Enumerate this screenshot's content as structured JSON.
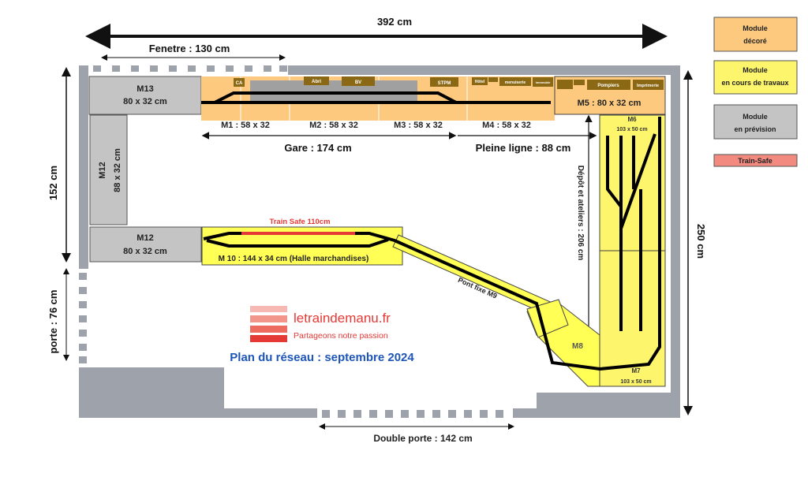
{
  "dimensions": {
    "width_total": "392 cm",
    "fenetre": "Fenetre : 130 cm",
    "height_left": "152 cm",
    "height_right": "250 cm",
    "porte": "porte : 76 cm",
    "double_porte": "Double porte  : 142 cm",
    "gare": "Gare  : 174 cm",
    "pleine_ligne": "Pleine ligne : 88 cm",
    "depot": "Dépôt et ateliers : 206 cm"
  },
  "modules": {
    "m13": {
      "name": "M13",
      "size": "80 x 32 cm"
    },
    "m12_vertical": {
      "name": "M12",
      "size": "88 x 32 cm"
    },
    "m12": {
      "name": "M12",
      "size": "80 x 32 cm"
    },
    "m1": "M1 : 58 x 32",
    "m2": "M2 : 58 x 32",
    "m3": "M3 : 58 x 32",
    "m4": "M4 : 58 x 32",
    "m5": "M5  :  80 x 32 cm",
    "m6": {
      "name": "M6",
      "size": "103 x 50 cm"
    },
    "m7": {
      "name": "M7",
      "size": "103 x 50 cm"
    },
    "m8": "M8",
    "m9": "Pont fixe M9",
    "m10": "M 10  :  144 x 34 cm (Halle marchandises)",
    "train_safe": "Train Safe 110cm"
  },
  "buildings": [
    "CA",
    "Abri",
    "BV",
    "STPM",
    "Hôtel",
    "menuiserie",
    "immeuble",
    "Pompiers",
    "Imprimerie"
  ],
  "legend": [
    {
      "label1": "Module",
      "label2": "décoré",
      "color": "#fdc97e"
    },
    {
      "label1": "Module",
      "label2": "en cours de travaux",
      "color": "#fdf56b"
    },
    {
      "label1": "Module",
      "label2": "en prévision",
      "color": "#c4c4c4"
    },
    {
      "label1": "Train-Safe",
      "label2": "",
      "color": "#f28a80"
    }
  ],
  "logo": {
    "site": "letraindemanu.fr",
    "tagline": "Partageons notre passion"
  },
  "title": "Plan du réseau : septembre 2024",
  "colors": {
    "decor": "#fdc97e",
    "works": "#ffff55",
    "planned": "#c4c4c4",
    "wall": "#9ea2aa",
    "building": "#8b6914",
    "trainsafe": "#e53935",
    "title": "#1e56b8",
    "logo": "#e53935"
  }
}
